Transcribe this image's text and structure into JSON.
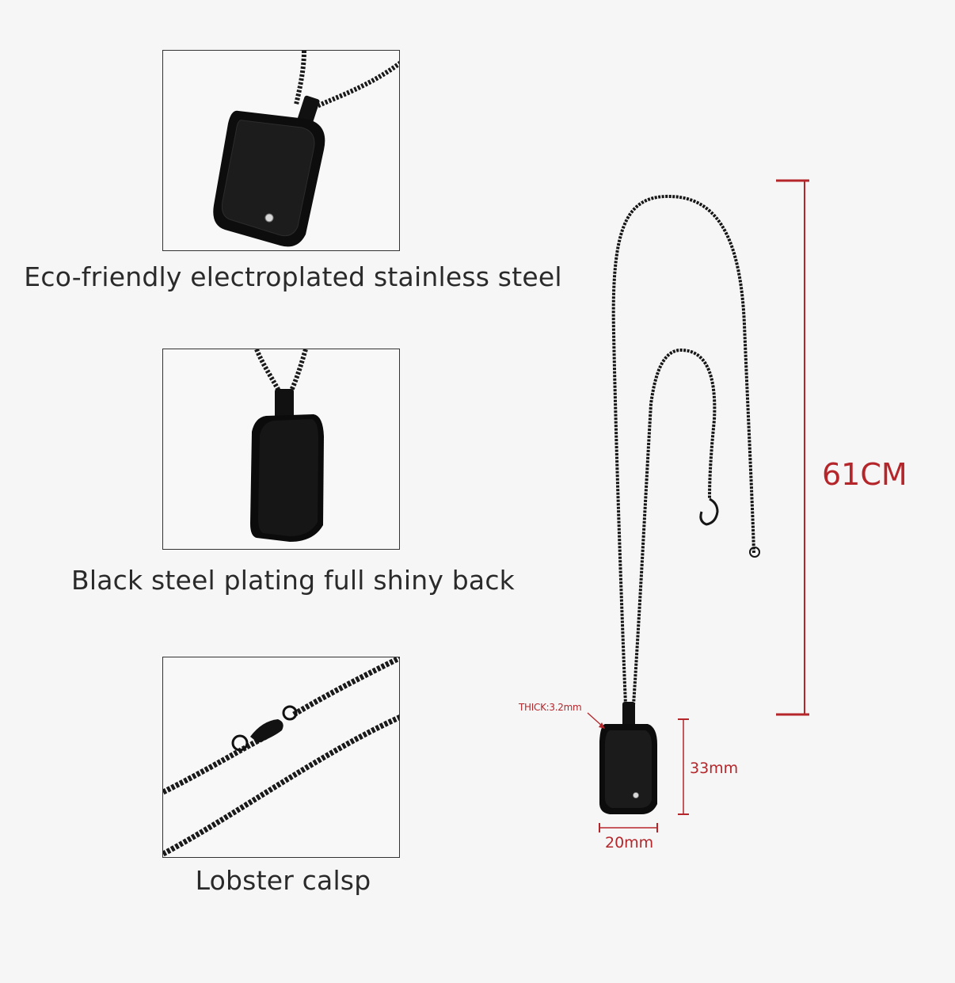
{
  "features": [
    {
      "caption": "Eco-friendly electroplated stainless steel"
    },
    {
      "caption": "Black steel plating full shiny back"
    },
    {
      "caption": "Lobster calsp"
    }
  ],
  "dimensions": {
    "length": "61CM",
    "thickness": "THICK:3.2mm",
    "height": "33mm",
    "width": "20mm"
  },
  "colors": {
    "accent": "#b5262b",
    "product": "#111111",
    "background": "#f6f6f6"
  }
}
